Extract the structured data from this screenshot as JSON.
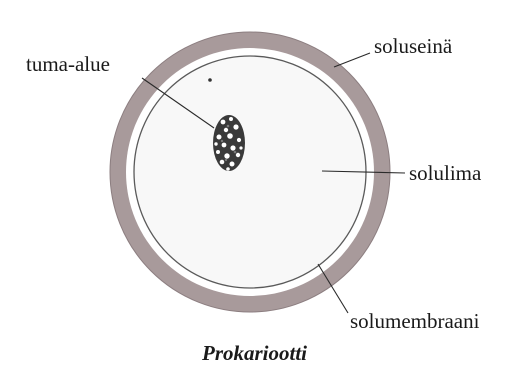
{
  "diagram": {
    "caption": "Prokariootti",
    "labels": {
      "nucleoid": "tuma-alue",
      "cell_wall": "soluseinä",
      "cytoplasm": "solulima",
      "cell_membrane": "solumembraani"
    }
  }
}
